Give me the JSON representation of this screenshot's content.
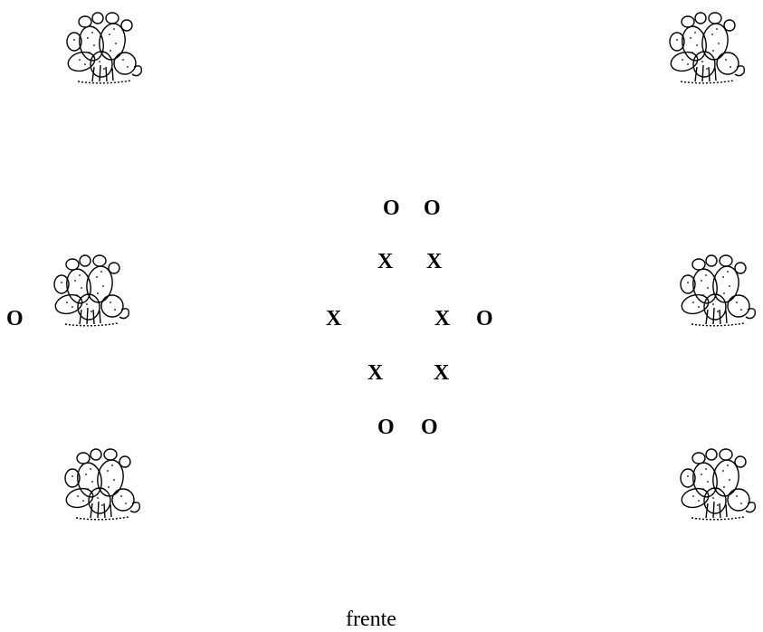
{
  "marks": {
    "o_top_left": "O",
    "o_top_right": "O",
    "x_r1_left": "X",
    "x_r1_right": "X",
    "o_far_left": "O",
    "x_mid_left": "X",
    "x_mid_right": "X",
    "o_mid_right": "O",
    "x_r3_left": "X",
    "x_r3_right": "X",
    "o_bottom_left": "O",
    "o_bottom_right": "O"
  },
  "front_label": "frente",
  "icons": {
    "cactus": "prickly-pear-cactus-icon"
  }
}
